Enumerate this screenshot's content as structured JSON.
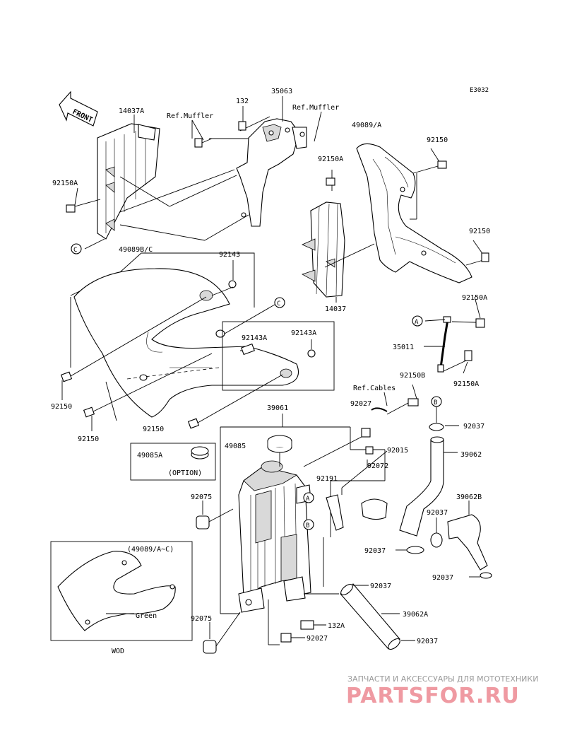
{
  "diagram_code": "E3032",
  "front_label": "FRONT",
  "labels": {
    "p14037A": "14037A",
    "refMuffler1": "Ref.Muffler",
    "p132": "132",
    "p35063": "35063",
    "refMuffler2": "Ref.Muffler",
    "p49089A": "49089/A",
    "p92150_tr": "92150",
    "p92150A_l": "92150A",
    "p92150A_m": "92150A",
    "p92150_r": "92150",
    "p49089BC": "49089B/C",
    "p92143": "92143",
    "p14037": "14037",
    "p92150A_r": "92150A",
    "p35011": "35011",
    "p92143A_1": "92143A",
    "p92143A_2": "92143A",
    "p92150B": "92150B",
    "p92150A_r2": "92150A",
    "refCables": "Ref.Cables",
    "p92027_a": "92027",
    "p92150_l": "92150",
    "p92150_l2": "92150",
    "p92150_b": "92150",
    "p39061": "39061",
    "p92037_a": "92037",
    "p49085A": "49085A",
    "option": "(OPTION)",
    "p49085": "49085",
    "p92015": "92015",
    "p39062": "39062",
    "p92072": "92072",
    "p92191": "92191",
    "p92075_a": "92075",
    "p39062B": "39062B",
    "p92037_b": "92037",
    "p92037_c": "92037",
    "p92037_d": "92037",
    "p92037_e": "92037",
    "p92075_b": "92075",
    "p132A": "132A",
    "p39062A": "39062A",
    "p92027_b": "92027",
    "p92037_f": "92037",
    "inset_parts": "(49089/A~C)",
    "inset_color": "Green",
    "inset_caption": "WOD"
  },
  "callouts": {
    "A": "A",
    "B": "B",
    "C": "C"
  },
  "watermark": {
    "line1": "ЗАПЧАСТИ И АКСЕССУАРЫ ДЛЯ МОТОТЕХНИКИ",
    "logo": "PARTSFOR.RU"
  },
  "colors": {
    "line": "#000000",
    "watermark_logo": "#ef9aa2",
    "watermark_text": "#9a9a9a"
  }
}
